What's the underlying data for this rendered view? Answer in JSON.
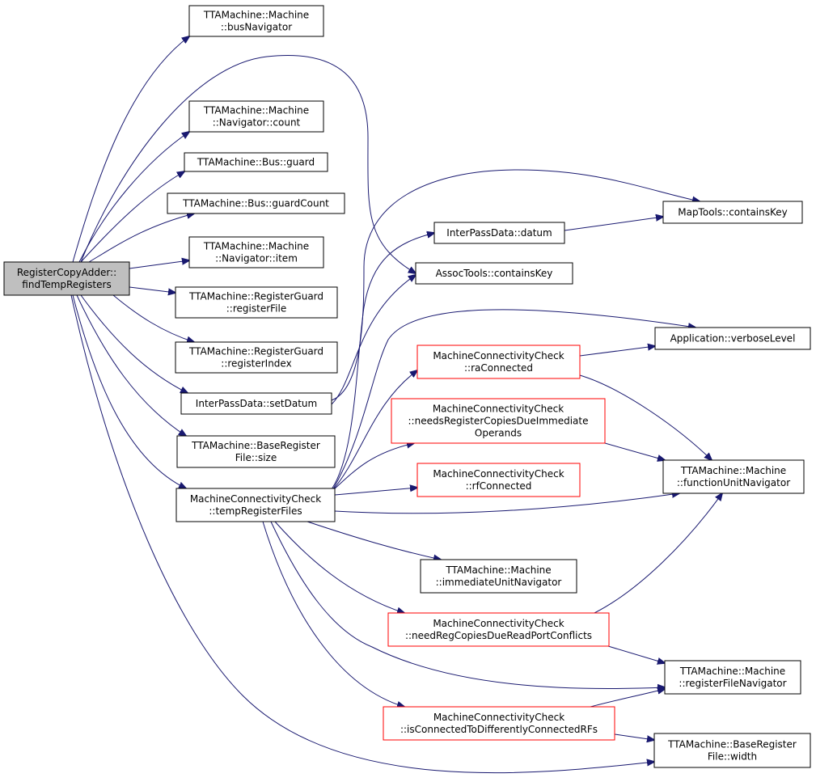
{
  "colors": {
    "edge": "#191970",
    "normal_border": "#000000",
    "incomplete_border": "#ff0000",
    "root_fill": "#bfbfbf",
    "fill": "#ffffff"
  },
  "nodes": [
    {
      "id": "root",
      "lines": [
        "RegisterCopyAdder::",
        "findTempRegisters"
      ],
      "style": "root"
    },
    {
      "id": "busNavigator",
      "lines": [
        "TTAMachine::Machine",
        "::busNavigator"
      ],
      "style": "normal"
    },
    {
      "id": "navCount",
      "lines": [
        "TTAMachine::Machine",
        "::Navigator::count"
      ],
      "style": "normal"
    },
    {
      "id": "busGuard",
      "lines": [
        "TTAMachine::Bus::guard"
      ],
      "style": "normal"
    },
    {
      "id": "busGuardCount",
      "lines": [
        "TTAMachine::Bus::guardCount"
      ],
      "style": "normal"
    },
    {
      "id": "navItem",
      "lines": [
        "TTAMachine::Machine",
        "::Navigator::item"
      ],
      "style": "normal"
    },
    {
      "id": "regGuardRF",
      "lines": [
        "TTAMachine::RegisterGuard",
        "::registerFile"
      ],
      "style": "normal"
    },
    {
      "id": "regGuardIdx",
      "lines": [
        "TTAMachine::RegisterGuard",
        "::registerIndex"
      ],
      "style": "normal"
    },
    {
      "id": "setDatum",
      "lines": [
        "InterPassData::setDatum"
      ],
      "style": "normal"
    },
    {
      "id": "baseRFSize",
      "lines": [
        "TTAMachine::BaseRegister",
        "File::size"
      ],
      "style": "normal"
    },
    {
      "id": "tempRF",
      "lines": [
        "MachineConnectivityCheck",
        "::tempRegisterFiles"
      ],
      "style": "normal"
    },
    {
      "id": "datum",
      "lines": [
        "InterPassData::datum"
      ],
      "style": "normal"
    },
    {
      "id": "assocContains",
      "lines": [
        "AssocTools::containsKey"
      ],
      "style": "normal"
    },
    {
      "id": "mapContains",
      "lines": [
        "MapTools::containsKey"
      ],
      "style": "normal"
    },
    {
      "id": "verboseLevel",
      "lines": [
        "Application::verboseLevel"
      ],
      "style": "normal"
    },
    {
      "id": "raConnected",
      "lines": [
        "MachineConnectivityCheck",
        "::raConnected"
      ],
      "style": "incomplete"
    },
    {
      "id": "needsRegCopiesImm",
      "lines": [
        "MachineConnectivityCheck",
        "::needsRegisterCopiesDueImmediate",
        "Operands"
      ],
      "style": "incomplete"
    },
    {
      "id": "rfConnected",
      "lines": [
        "MachineConnectivityCheck",
        "::rfConnected"
      ],
      "style": "incomplete"
    },
    {
      "id": "fuNavigator",
      "lines": [
        "TTAMachine::Machine",
        "::functionUnitNavigator"
      ],
      "style": "normal"
    },
    {
      "id": "iuNavigator",
      "lines": [
        "TTAMachine::Machine",
        "::immediateUnitNavigator"
      ],
      "style": "normal"
    },
    {
      "id": "needRegCopiesRP",
      "lines": [
        "MachineConnectivityCheck",
        "::needRegCopiesDueReadPortConflicts"
      ],
      "style": "incomplete"
    },
    {
      "id": "rfNavigator",
      "lines": [
        "TTAMachine::Machine",
        "::registerFileNavigator"
      ],
      "style": "normal"
    },
    {
      "id": "isConnDiff",
      "lines": [
        "MachineConnectivityCheck",
        "::isConnectedToDifferentlyConnectedRFs"
      ],
      "style": "incomplete"
    },
    {
      "id": "baseRFWidth",
      "lines": [
        "TTAMachine::BaseRegister",
        "File::width"
      ],
      "style": "normal"
    }
  ],
  "edges": [
    {
      "from": "root",
      "to": "busNavigator"
    },
    {
      "from": "root",
      "to": "assocContains"
    },
    {
      "from": "root",
      "to": "navCount"
    },
    {
      "from": "root",
      "to": "busGuard"
    },
    {
      "from": "root",
      "to": "busGuardCount"
    },
    {
      "from": "root",
      "to": "navItem"
    },
    {
      "from": "root",
      "to": "regGuardRF"
    },
    {
      "from": "root",
      "to": "regGuardIdx"
    },
    {
      "from": "root",
      "to": "setDatum"
    },
    {
      "from": "root",
      "to": "baseRFSize"
    },
    {
      "from": "root",
      "to": "tempRF"
    },
    {
      "from": "root",
      "to": "baseRFWidth"
    },
    {
      "from": "setDatum",
      "to": "mapContains"
    },
    {
      "from": "setDatum",
      "to": "assocContains"
    },
    {
      "from": "datum",
      "to": "mapContains"
    },
    {
      "from": "tempRF",
      "to": "datum"
    },
    {
      "from": "tempRF",
      "to": "verboseLevel"
    },
    {
      "from": "tempRF",
      "to": "raConnected"
    },
    {
      "from": "tempRF",
      "to": "needsRegCopiesImm"
    },
    {
      "from": "tempRF",
      "to": "rfConnected"
    },
    {
      "from": "tempRF",
      "to": "fuNavigator"
    },
    {
      "from": "tempRF",
      "to": "iuNavigator"
    },
    {
      "from": "tempRF",
      "to": "needRegCopiesRP"
    },
    {
      "from": "tempRF",
      "to": "rfNavigator"
    },
    {
      "from": "tempRF",
      "to": "isConnDiff"
    },
    {
      "from": "raConnected",
      "to": "verboseLevel"
    },
    {
      "from": "raConnected",
      "to": "fuNavigator"
    },
    {
      "from": "needsRegCopiesImm",
      "to": "fuNavigator"
    },
    {
      "from": "needRegCopiesRP",
      "to": "fuNavigator"
    },
    {
      "from": "needRegCopiesRP",
      "to": "rfNavigator"
    },
    {
      "from": "isConnDiff",
      "to": "rfNavigator"
    },
    {
      "from": "isConnDiff",
      "to": "baseRFWidth"
    }
  ]
}
